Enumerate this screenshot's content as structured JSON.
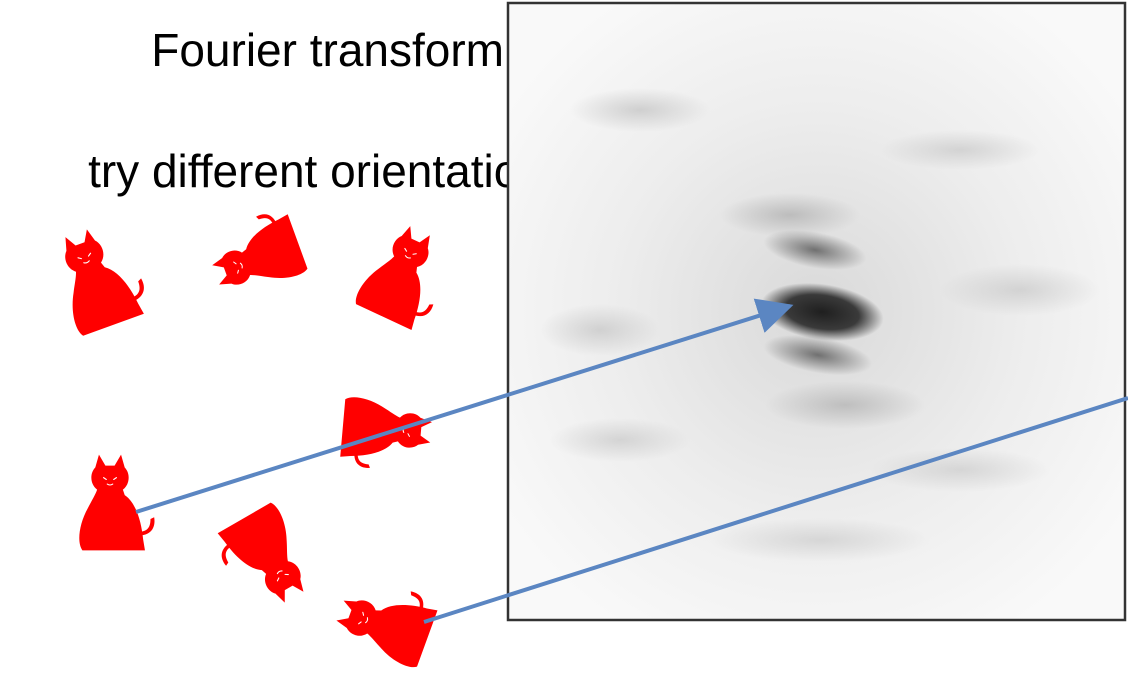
{
  "title_line1": "Fourier transform,",
  "title_line2": "try different orientations",
  "colors": {
    "cat": "#ff0000",
    "arrow": "#5b86c2",
    "frame_border": "#333333",
    "pattern_dark": "#2a2a2a"
  },
  "figures": [
    {
      "name": "cat-upright-left",
      "icon": "cat-silhouette",
      "rotation_deg": -20
    },
    {
      "name": "cat-sideways-top-middle",
      "icon": "cat-silhouette",
      "rotation_deg": -110
    },
    {
      "name": "cat-tilted-top-right",
      "icon": "cat-silhouette",
      "rotation_deg": 25
    },
    {
      "name": "cat-sideways-middle",
      "icon": "cat-silhouette",
      "rotation_deg": 95
    },
    {
      "name": "cat-upright-reference",
      "icon": "cat-silhouette",
      "rotation_deg": 0
    },
    {
      "name": "cat-inverted-bottom-middle",
      "icon": "cat-silhouette",
      "rotation_deg": 150
    },
    {
      "name": "cat-lying-bottom-right",
      "icon": "cat-silhouette",
      "rotation_deg": -70
    }
  ],
  "frame": {
    "content": "fourier-transform-diffraction-pattern"
  },
  "arrows": [
    {
      "name": "arrow-upright-cat-to-center",
      "from": "cat-upright-reference",
      "to": "diffraction-center"
    },
    {
      "name": "arrow-lying-cat-to-edge",
      "from": "cat-lying-bottom-right",
      "to": "off-frame-right"
    }
  ]
}
